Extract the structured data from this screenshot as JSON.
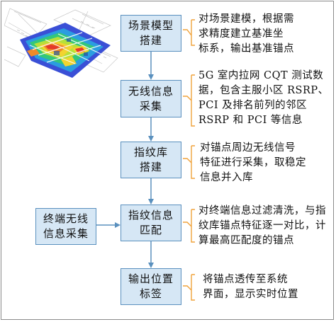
{
  "steps": [
    {
      "id": "scene",
      "lines": [
        "场景模型",
        "搭建"
      ],
      "desc": [
        "对场景建模，根据需",
        "求精度建立基准坐",
        "标系，输出基准锚点"
      ]
    },
    {
      "id": "wireless",
      "lines": [
        "无线信息",
        "采集"
      ],
      "desc": [
        "5G 室内拉网 CQT 测试数",
        "据，包含主服小区 RSRP、",
        "PCI 及排名前列的邻区",
        "RSRP 和 PCI 等信息"
      ]
    },
    {
      "id": "fingerprint-db",
      "lines": [
        "指纹库",
        "搭建"
      ],
      "desc": [
        "对锚点周边无线信号",
        "特征进行采集，取稳定",
        "信息并入库"
      ]
    },
    {
      "id": "fingerprint-match",
      "lines": [
        "指纹信息",
        "匹配"
      ],
      "desc": [
        "对终端信息过滤清洗，与指",
        "纹库锚点特征逐一对比，计",
        "算最高匹配度的锚点"
      ]
    },
    {
      "id": "output",
      "lines": [
        "输出位置",
        "标签"
      ],
      "desc": [
        "将锚点透传至系统",
        "界面，显示实时位置"
      ]
    }
  ],
  "terminal": {
    "lines": [
      "终端无线",
      "信息采集"
    ]
  },
  "colors": {
    "box_fill": "#d6e7f5",
    "box_border": "#5a90be",
    "arrow": "#5a90be",
    "bracket": "#f0a23a"
  }
}
